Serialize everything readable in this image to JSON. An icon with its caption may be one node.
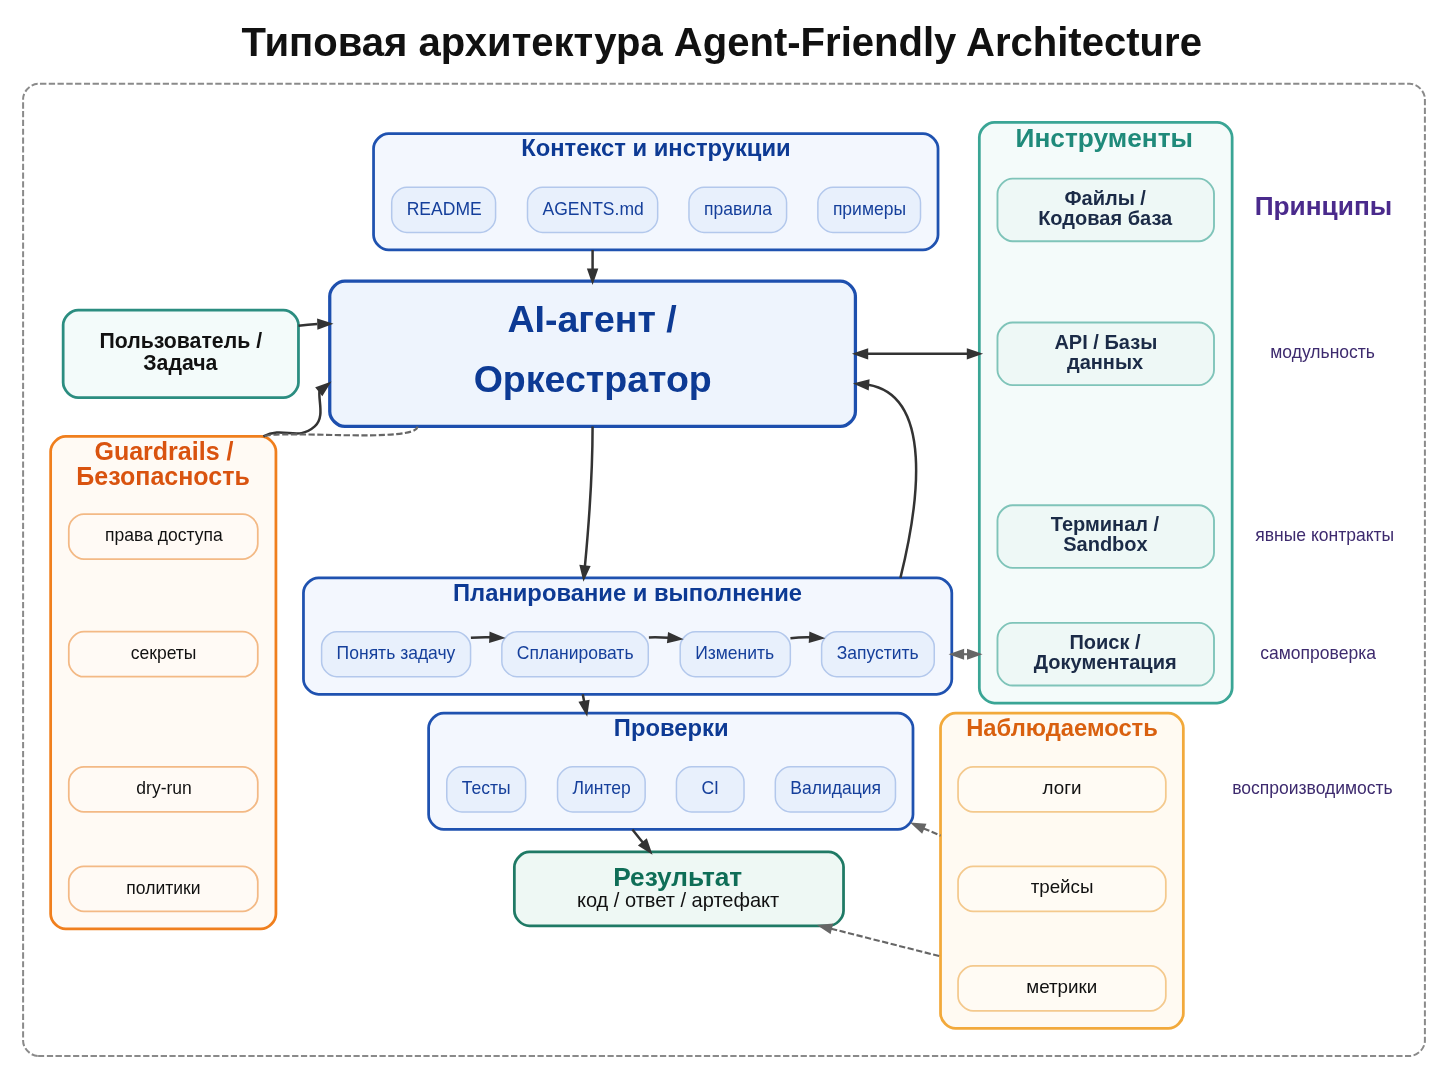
{
  "diagram": {
    "title": "Типовая архитектура Agent-Friendly Architecture",
    "nodes": [
      {
        "text": [],
        "shape": "box"
      },
      {
        "text": [
          "Контекст и инструкции"
        ],
        "in": 0
      },
      {
        "text": [
          "README"
        ],
        "in": 1
      },
      {
        "text": [
          "AGENTS.md"
        ],
        "in": 1
      },
      {
        "text": [
          "правила"
        ],
        "in": 1
      },
      {
        "text": [
          "примеры"
        ],
        "in": 1
      },
      {
        "text": [
          "Пользователь / Задача"
        ],
        "in": 0
      },
      {
        "text": [
          "AI-агент / Оркестратор"
        ],
        "in": 0
      },
      {
        "text": [
          "Инструменты"
        ],
        "in": 0
      },
      {
        "text": [
          "Файлы / Кодовая база"
        ],
        "in": 8
      },
      {
        "text": [
          "API / Базы данных"
        ],
        "in": 8
      },
      {
        "text": [
          "Терминал / Sandbox"
        ],
        "in": 8
      },
      {
        "text": [
          "Поиск / Документация"
        ],
        "in": 8
      },
      {
        "text": [
          "Guardrails / Безопасность"
        ],
        "in": 0
      },
      {
        "text": [
          "права доступа"
        ],
        "in": 13
      },
      {
        "text": [
          "секреты"
        ],
        "in": 13
      },
      {
        "text": [
          "dry-run"
        ],
        "in": 13
      },
      {
        "text": [
          "политики"
        ],
        "in": 13
      },
      {
        "text": [
          "Планирование и выполнение"
        ],
        "in": 0
      },
      {
        "text": [
          "Понять задачу"
        ],
        "in": 18
      },
      {
        "text": [
          "Спланировать"
        ],
        "in": 18
      },
      {
        "text": [
          "Изменить"
        ],
        "in": 18
      },
      {
        "text": [
          "Запустить"
        ],
        "in": 18
      },
      {
        "text": [
          "Проверки"
        ],
        "in": 0
      },
      {
        "text": [
          "Тесты"
        ],
        "in": 23
      },
      {
        "text": [
          "Линтер"
        ],
        "in": 23
      },
      {
        "text": [
          "CI"
        ],
        "in": 23
      },
      {
        "text": [
          "Валидация"
        ],
        "in": 23
      },
      {
        "text": [
          "Наблюдаемость"
        ],
        "in": 0
      },
      {
        "text": [
          "логи"
        ],
        "in": 28
      },
      {
        "text": [
          "трейсы"
        ],
        "in": 28
      },
      {
        "text": [
          "метрики"
        ],
        "in": 28
      },
      {
        "text": [
          "Результат",
          "код / ответ / артефакт"
        ],
        "in": 0
      }
    ],
    "edges": [
      {
        "from": 1,
        "to": 7,
        "arrow": "to"
      },
      {
        "from": 6,
        "to": 7,
        "arrow": "to"
      },
      {
        "from": 7,
        "to": 8,
        "arrow": "both"
      },
      {
        "from": 13,
        "to": 7,
        "arrow": "to"
      },
      {
        "from": 7,
        "to": 13,
        "arrow": "none",
        "style": "dashed",
        "color": "#666666"
      },
      {
        "from": 7,
        "to": 18,
        "arrow": "to"
      },
      {
        "from": 18,
        "to": 7,
        "arrow": "to"
      },
      {
        "from": 19,
        "to": 20,
        "arrow": "to"
      },
      {
        "from": 20,
        "to": 21,
        "arrow": "to"
      },
      {
        "from": 21,
        "to": 22,
        "arrow": "to"
      },
      {
        "from": 18,
        "to": 8,
        "arrow": "both",
        "style": "dashed",
        "color": "#666666"
      },
      {
        "from": 18,
        "to": 23,
        "arrow": "to"
      },
      {
        "from": 28,
        "to": 23,
        "arrow": "to",
        "style": "dashed",
        "color": "#666666"
      },
      {
        "from": 23,
        "to": 32,
        "arrow": "to"
      },
      {
        "from": 28,
        "to": 32,
        "arrow": "to",
        "style": "dashed",
        "color": "#666666"
      }
    ],
    "labels": [
      "Принципы",
      "модульность",
      "явные контракты",
      "самопроверка",
      "воспроизводимость"
    ]
  }
}
